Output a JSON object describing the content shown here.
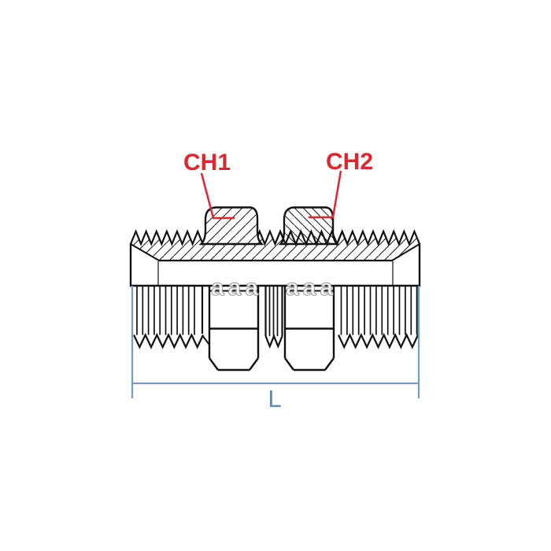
{
  "figure": {
    "kind": "technical line drawing",
    "subject": "bulkhead hydraulic fitting, half-section side view",
    "callouts": [
      {
        "id": "ch1",
        "label": "CH1"
      },
      {
        "id": "ch2",
        "label": "CH2"
      }
    ],
    "dimension": {
      "label": "L"
    },
    "watermark": {
      "text": "aaa"
    },
    "colors": {
      "background": "#ffffff",
      "outline_black": "#111111",
      "callout_red": "#e1252e",
      "dimension_blue": "#6f9bce",
      "dimension_label_blue": "#5d8abc",
      "watermark_gray": "#8a8a8a"
    }
  }
}
